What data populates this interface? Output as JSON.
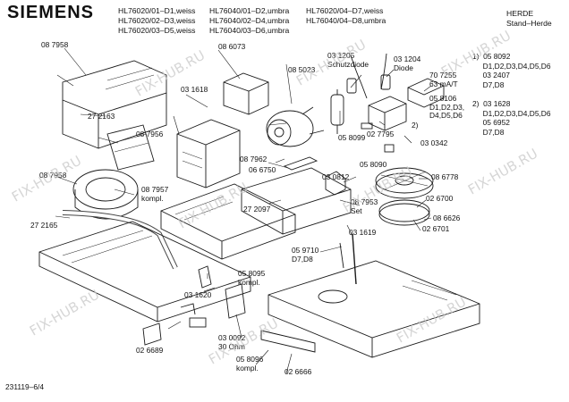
{
  "header": {
    "brand": "SIEMENS",
    "models_col1": "HL76020/01–D1,weiss\nHL76020/02–D3,weiss\nHL76020/03–D5,weiss",
    "models_col2": "HL76040/01–D2,umbra\nHL76040/02–D4,umbra\nHL76040/03–D6,umbra",
    "models_col3": "HL76020/04–D7,weiss\nHL76040/04–D8,umbra",
    "category": "HERDE\nStand–Herde"
  },
  "notes": "1)  05 8092\n     D1,D2,D3,D4,D5,D6\n     03 2407\n     D7,D8\n\n2)  03 1628\n     D1,D2,D3,D4,D5,D6\n     05 6952\n     D7,D8",
  "footer": {
    "doc_number": "231119–6/4"
  },
  "watermark": "FIX-HUB.RU",
  "parts": [
    "08 7958",
    "03 1618",
    "08 6073",
    "03 1205\nSchutzdiode",
    "03 1204\nDiode",
    "70 7255\n63 mA/T",
    "08 5023",
    "27 2163",
    "08 7956",
    "05 8106\nD1,D2,D3,\nD4,D5,D6",
    "02 7795",
    "05 8099",
    "03 0342",
    "08 7962",
    "05 8090",
    "06 6750",
    "08 7958",
    "08 7957\nkompl.",
    "03 0812",
    "08 6778",
    "27 2097",
    "08 7953\nSet",
    "02 6700",
    "27 2165",
    "03 1619",
    "08 6626",
    "02 6701",
    "05 9710\nD7,D8",
    "05 8095\nkompl.",
    "03 1620",
    "02 6689",
    "03 0092\n30 Ohm",
    "05 8096\nkompl.",
    "02 6666",
    "2)"
  ]
}
